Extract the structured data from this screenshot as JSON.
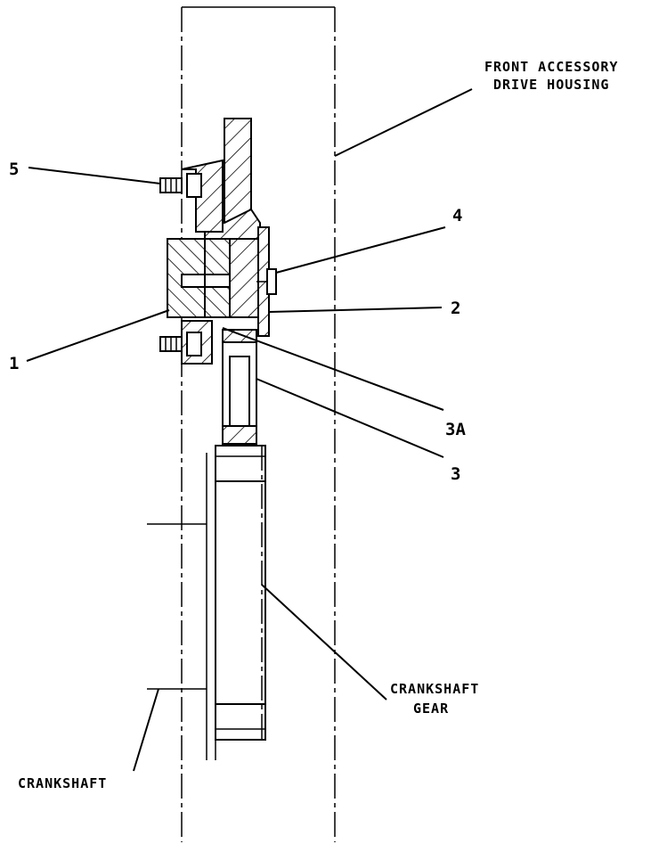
{
  "labels": {
    "housing_line1": "FRONT ACCESSORY",
    "housing_line2": "DRIVE HOUSING",
    "callout_5": "5",
    "callout_4": "4",
    "callout_2": "2",
    "callout_1": "1",
    "callout_3a": "3A",
    "callout_3": "3",
    "gear_line1": "CRANKSHAFT",
    "gear_line2": "GEAR",
    "crankshaft": "CRANKSHAFT"
  }
}
